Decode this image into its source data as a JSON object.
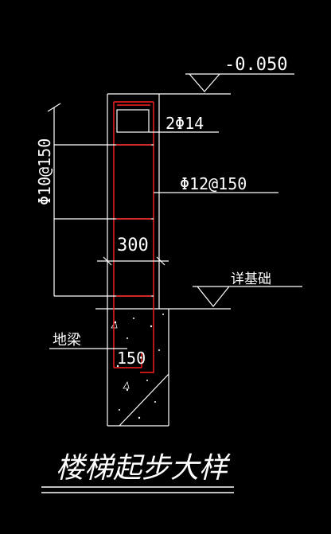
{
  "drawing": {
    "title": "楼梯起步大样",
    "labels": {
      "elevation": "-0.050",
      "top_bars": "2Φ14",
      "stirrups": "Φ10@150",
      "vertical_bars": "Φ12@150",
      "width": "300",
      "foundation_ref": "详基础",
      "ground_beam": "地梁",
      "depth": "150"
    },
    "colors": {
      "background": "#000000",
      "linework": "#ffffff",
      "rebar": "#ff2020"
    }
  }
}
